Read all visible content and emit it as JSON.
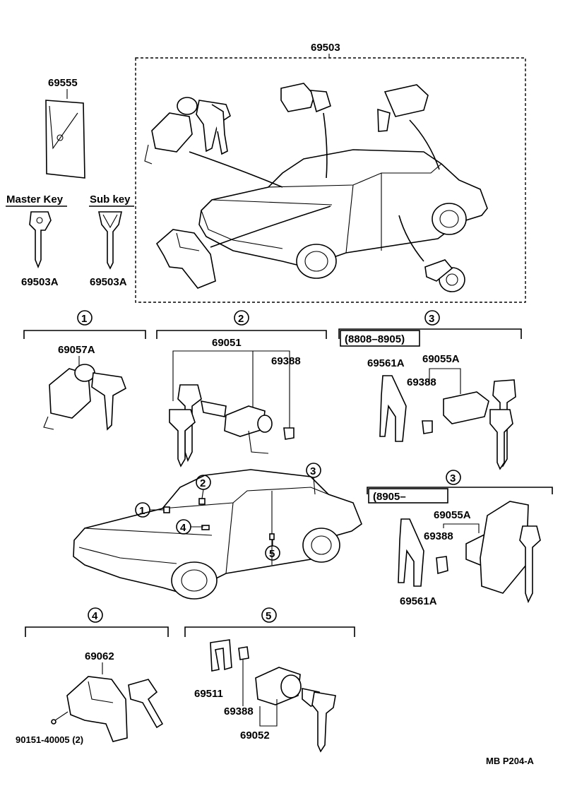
{
  "labels": {
    "set_69503": "69503",
    "p69555": "69555",
    "master_key": "Master Key",
    "sub_key": "Sub key",
    "p69503A_1": "69503A",
    "p69503A_2": "69503A",
    "p69057A": "69057A",
    "p69051": "69051",
    "p69388_s2": "69388",
    "range_8808_8905": "(8808–8905)",
    "p69561A_a": "69561A",
    "p69055A_a": "69055A",
    "p69388_a": "69388",
    "range_8905": "(8905–",
    "p69055A_b": "69055A",
    "p69388_b": "69388",
    "p69561A_b": "69561A",
    "p69062": "69062",
    "p90151": "90151-40005 (2)",
    "p69511": "69511",
    "p69388_s5": "69388",
    "p69052": "69052",
    "diagram_code": "MB P204-A"
  },
  "callouts": [
    "1",
    "2",
    "3",
    "4",
    "5"
  ],
  "colors": {
    "ink": "#000000",
    "paper": "#ffffff"
  }
}
